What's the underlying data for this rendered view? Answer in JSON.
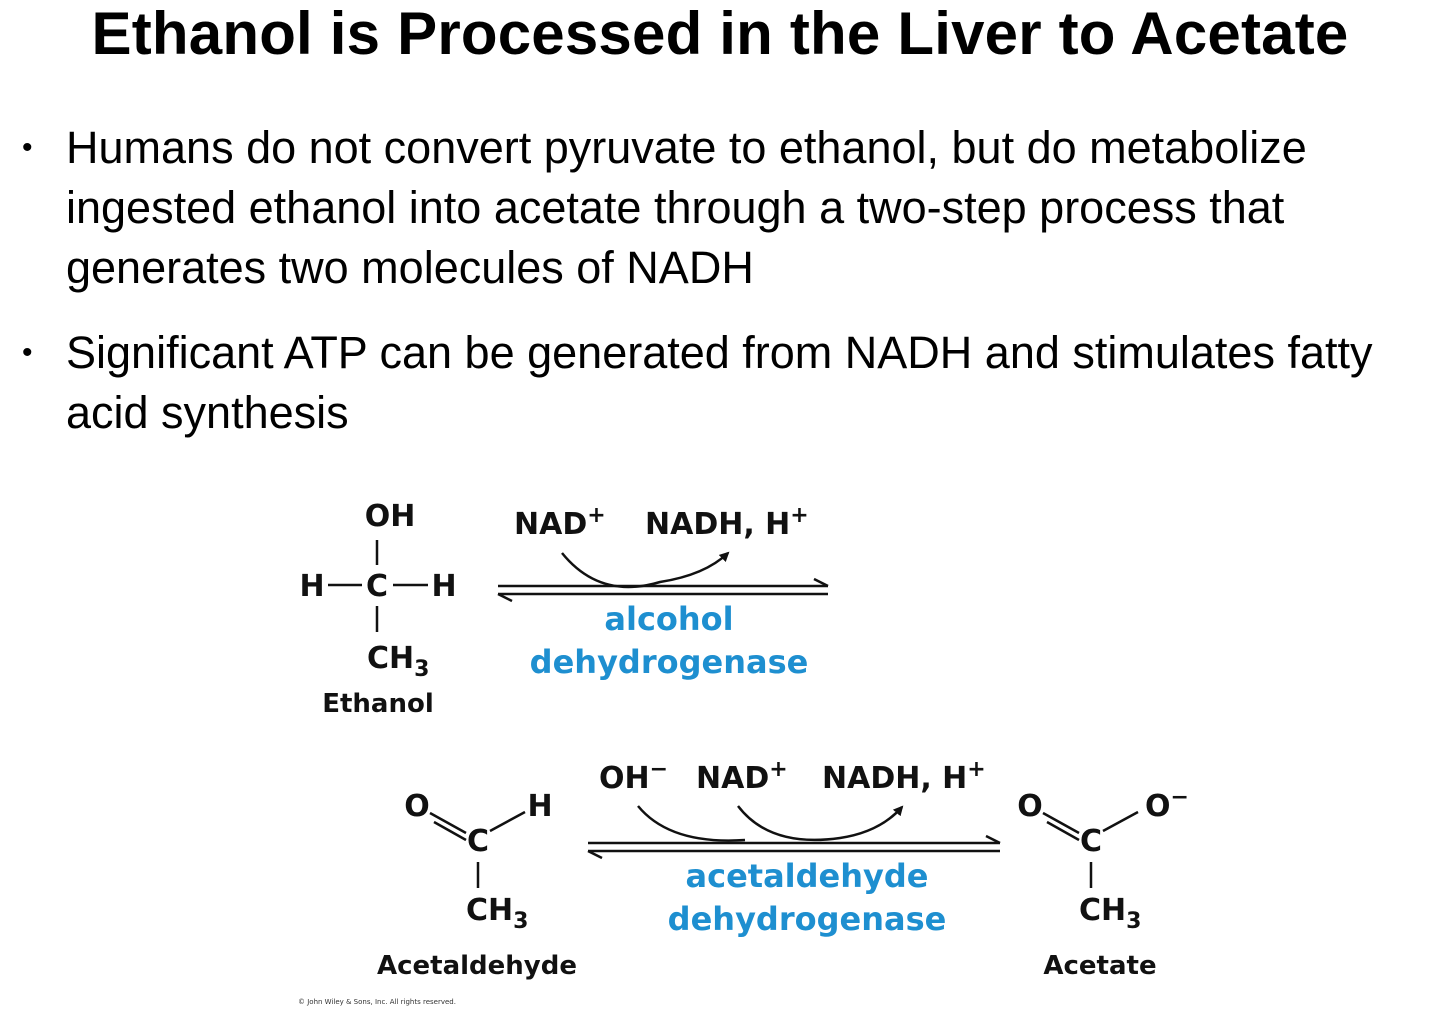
{
  "slide": {
    "title": "Ethanol is Processed in the Liver to Acetate",
    "bullets": [
      {
        "text": "Humans do not convert pyruvate to ethanol, but do metabolize ingested ethanol into acetate through a two-step process that generates two molecules of NADH"
      },
      {
        "text": "Significant ATP can be generated from NADH and stimulates fatty acid synthesis"
      }
    ]
  },
  "diagram": {
    "reaction1": {
      "reactant": {
        "name": "Ethanol",
        "atoms": {
          "top": "OH",
          "center": "C",
          "left": "H",
          "right": "H",
          "bottom": "CH",
          "bottom_sub": "3"
        }
      },
      "cofactor_in": {
        "text": "NAD",
        "sup": "+"
      },
      "cofactor_out": {
        "text": "NADH, H",
        "sup": "+"
      },
      "enzyme_line1": "alcohol",
      "enzyme_line2": "dehydrogenase"
    },
    "reaction2": {
      "reactant": {
        "name": "Acetaldehyde",
        "atoms": {
          "o": "O",
          "h": "H",
          "center": "C",
          "bottom": "CH",
          "bottom_sub": "3"
        }
      },
      "cofactor_oh": {
        "text": "OH",
        "sup": "−"
      },
      "cofactor_in": {
        "text": "NAD",
        "sup": "+"
      },
      "cofactor_out": {
        "text": "NADH, H",
        "sup": "+"
      },
      "enzyme_line1": "acetaldehyde",
      "enzyme_line2": "dehydrogenase",
      "product": {
        "name": "Acetate",
        "atoms": {
          "o": "O",
          "o2": "O",
          "o2_sup": "−",
          "center": "C",
          "bottom": "CH",
          "bottom_sub": "3"
        }
      }
    },
    "copyright": "© John Wiley & Sons, Inc. All rights reserved.",
    "colors": {
      "enzyme": "#1e8fd0",
      "text": "#111111"
    }
  }
}
